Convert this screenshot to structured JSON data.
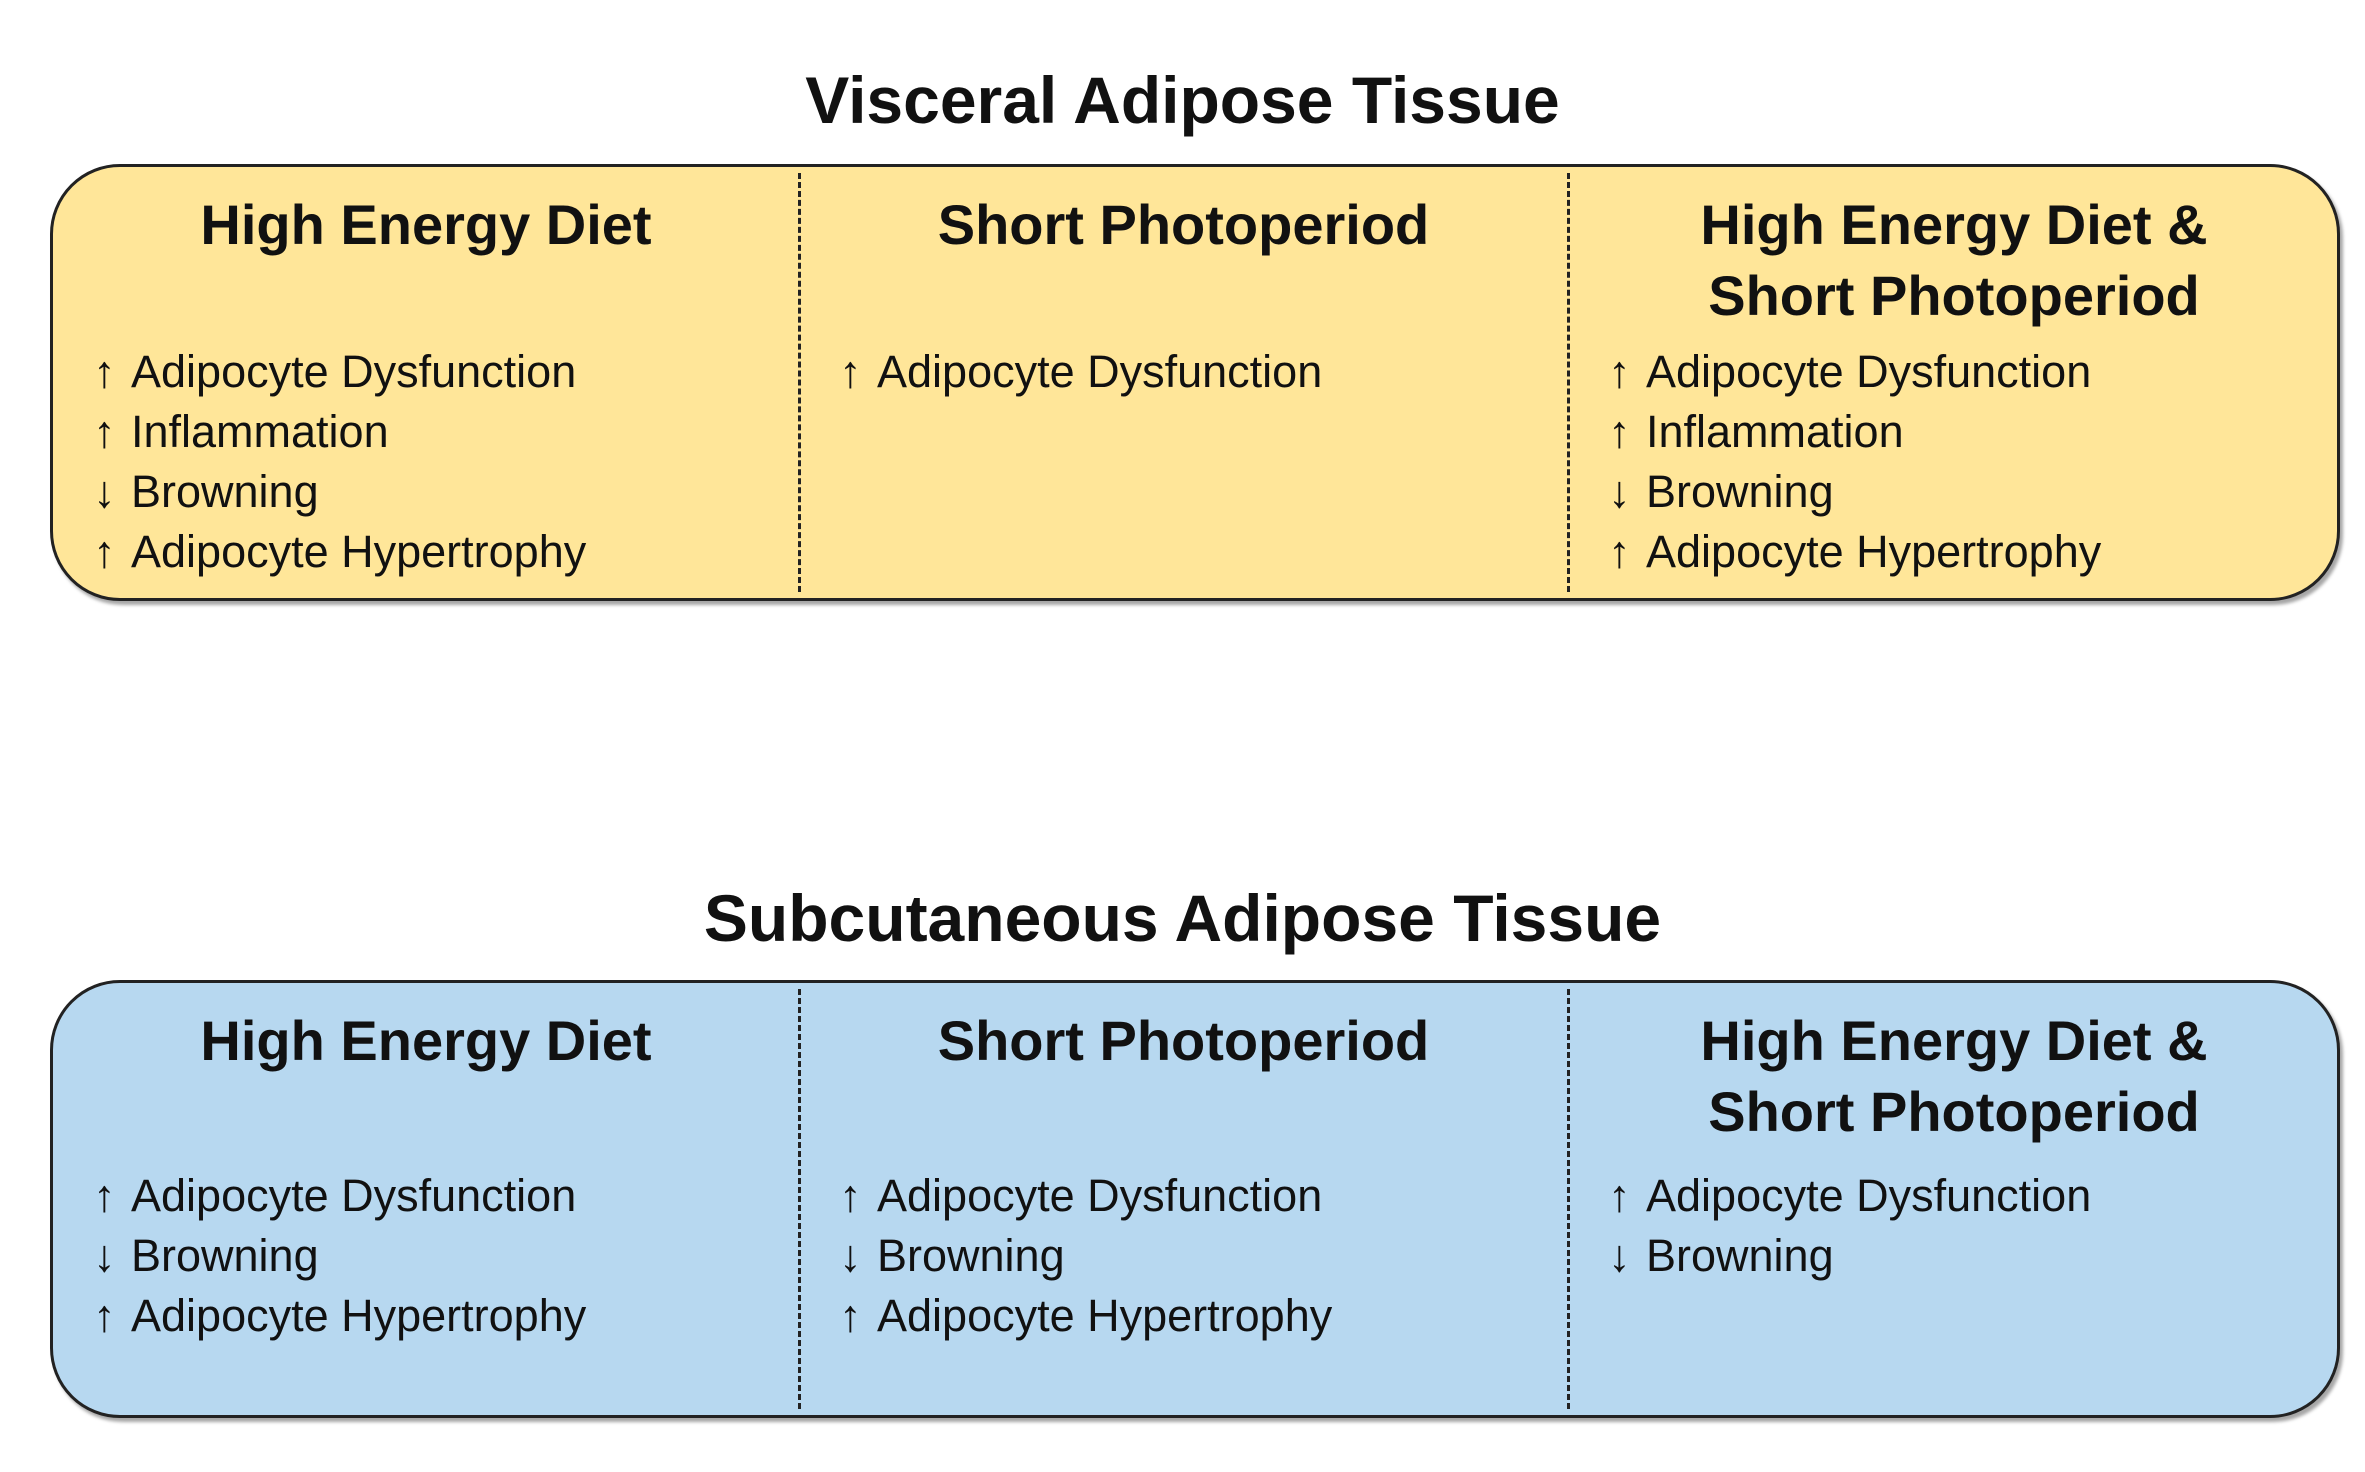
{
  "panels": [
    {
      "title": "Visceral Adipose Tissue",
      "color": "#FFE699",
      "columns": [
        {
          "heading": "High Energy Diet",
          "items": [
            {
              "arrow": "↑",
              "text": "Adipocyte Dysfunction"
            },
            {
              "arrow": "↑",
              "text": "Inflammation"
            },
            {
              "arrow": "↓",
              "text": "Browning"
            },
            {
              "arrow": "↑",
              "text": "Adipocyte Hypertrophy"
            }
          ]
        },
        {
          "heading": "Short Photoperiod",
          "items": [
            {
              "arrow": "↑",
              "text": "Adipocyte Dysfunction"
            }
          ]
        },
        {
          "heading": "High Energy Diet & Short Photoperiod",
          "items": [
            {
              "arrow": "↑",
              "text": "Adipocyte Dysfunction"
            },
            {
              "arrow": "↑",
              "text": "Inflammation"
            },
            {
              "arrow": "↓",
              "text": "Browning"
            },
            {
              "arrow": "↑",
              "text": "Adipocyte Hypertrophy"
            }
          ]
        }
      ]
    },
    {
      "title": "Subcutaneous Adipose Tissue",
      "color": "#B7D8F0",
      "columns": [
        {
          "heading": "High Energy Diet",
          "items": [
            {
              "arrow": "↑",
              "text": "Adipocyte Dysfunction"
            },
            {
              "arrow": "↓",
              "text": "Browning"
            },
            {
              "arrow": "↑",
              "text": "Adipocyte Hypertrophy"
            }
          ]
        },
        {
          "heading": "Short Photoperiod",
          "items": [
            {
              "arrow": "↑",
              "text": "Adipocyte Dysfunction"
            },
            {
              "arrow": "↓",
              "text": "Browning"
            },
            {
              "arrow": "↑",
              "text": "Adipocyte Hypertrophy"
            }
          ]
        },
        {
          "heading": "High Energy Diet & Short Photoperiod",
          "items": [
            {
              "arrow": "↑",
              "text": "Adipocyte Dysfunction"
            },
            {
              "arrow": "↓",
              "text": "Browning"
            }
          ]
        }
      ]
    }
  ]
}
